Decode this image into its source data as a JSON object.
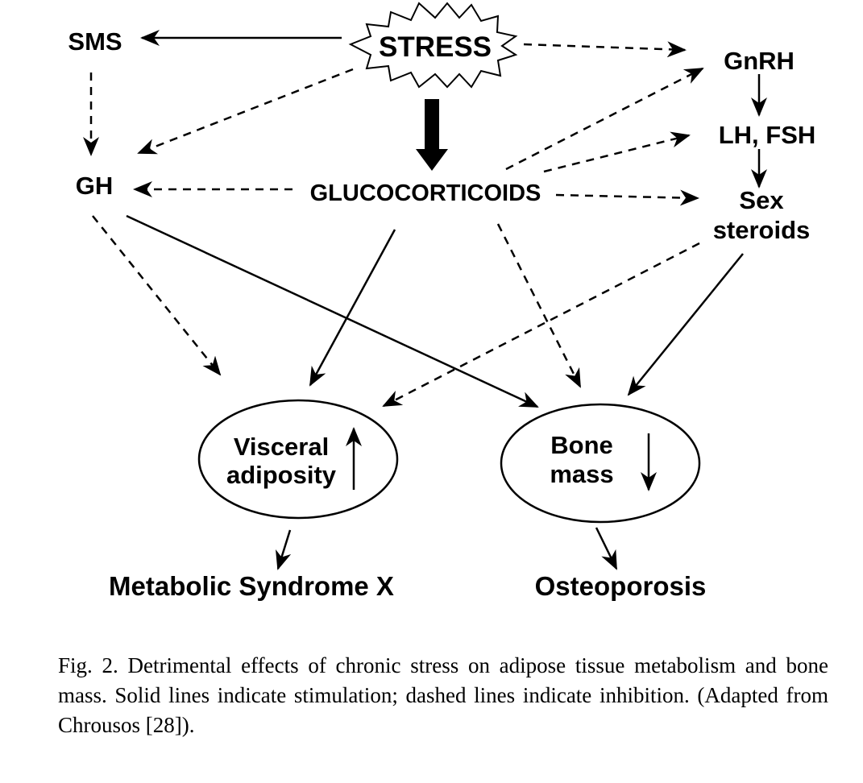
{
  "nodes": {
    "stress": "STRESS",
    "sms": "SMS",
    "gnrh": "GnRH",
    "gh": "GH",
    "lh_fsh": "LH, FSH",
    "glucocorticoids": "GLUCOCORTICOIDS",
    "sex_steroids_line1": "Sex",
    "sex_steroids_line2": "steroids",
    "visceral_line1": "Visceral",
    "visceral_line2": "adiposity",
    "bone_line1": "Bone",
    "bone_line2": "mass",
    "metabolic": "Metabolic Syndrome X",
    "osteoporosis": "Osteoporosis"
  },
  "caption": "Fig. 2. Detrimental effects of chronic stress on adipose tissue metabolism and bone mass. Solid lines indicate stimulation; dashed lines indicate inhibition. (Adapted from Chrousos [28])."
}
